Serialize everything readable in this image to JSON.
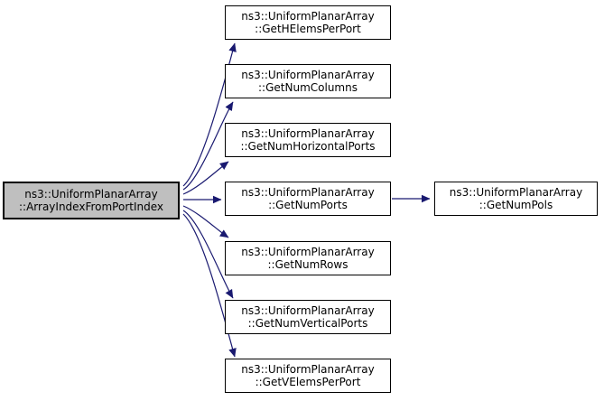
{
  "diagram": {
    "caller": {
      "line1": "ns3::UniformPlanarArray",
      "line2": "::ArrayIndexFromPortIndex"
    },
    "callees": [
      {
        "line1": "ns3::UniformPlanarArray",
        "line2": "::GetHElemsPerPort"
      },
      {
        "line1": "ns3::UniformPlanarArray",
        "line2": "::GetNumColumns"
      },
      {
        "line1": "ns3::UniformPlanarArray",
        "line2": "::GetNumHorizontalPorts"
      },
      {
        "line1": "ns3::UniformPlanarArray",
        "line2": "::GetNumPorts"
      },
      {
        "line1": "ns3::UniformPlanarArray",
        "line2": "::GetNumRows"
      },
      {
        "line1": "ns3::UniformPlanarArray",
        "line2": "::GetNumVerticalPorts"
      },
      {
        "line1": "ns3::UniformPlanarArray",
        "line2": "::GetVElemsPerPort"
      }
    ],
    "secondary": {
      "line1": "ns3::UniformPlanarArray",
      "line2": "::GetNumPols"
    }
  },
  "colors": {
    "edge": "#191970",
    "caller_fill": "#bfbfbf",
    "node_fill": "#ffffff",
    "node_border": "#000000",
    "background": "#ffffff"
  }
}
